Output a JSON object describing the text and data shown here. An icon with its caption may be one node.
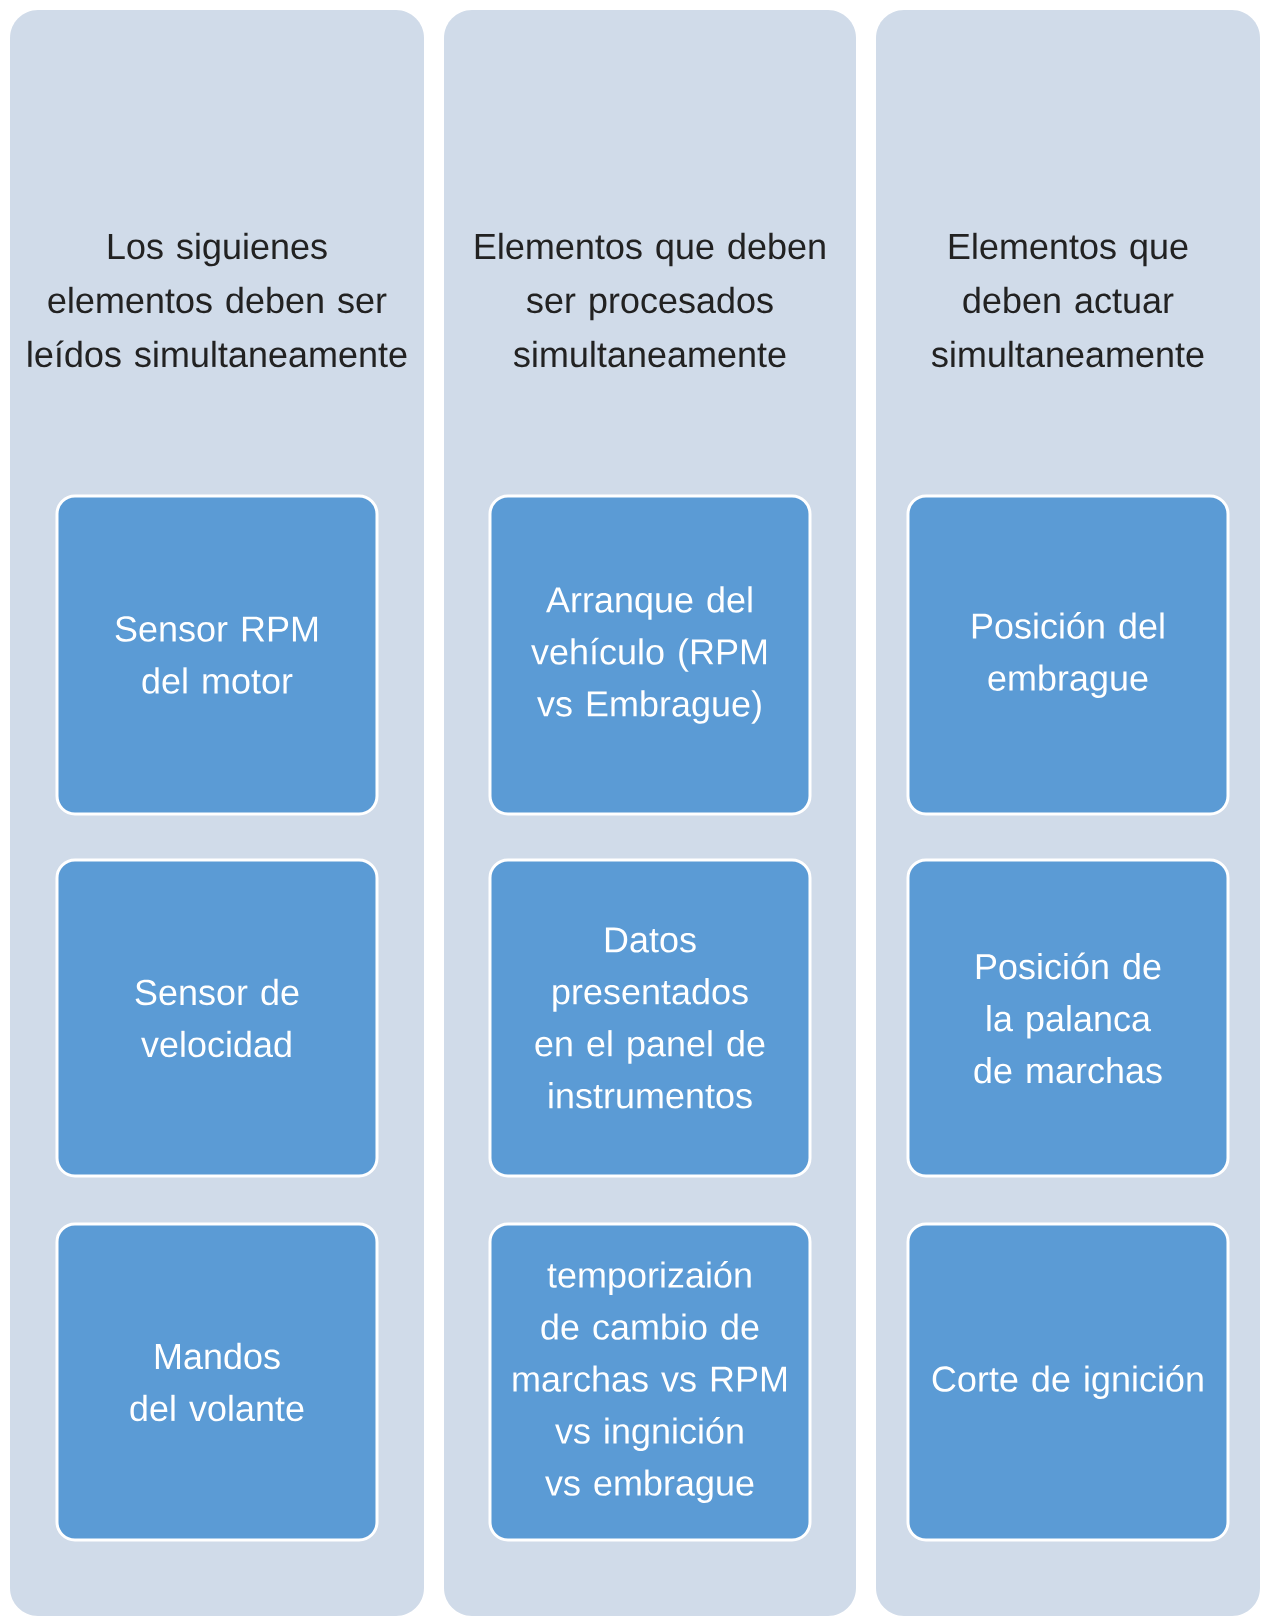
{
  "diagram": {
    "nodes": [
      {
        "text": [
          "Los siguienes elementos deben ser leídos simultaneamente"
        ]
      },
      {
        "text": [
          "Sensor RPM del motor"
        ],
        "in": 0
      },
      {
        "text": [
          "Sensor de velocidad"
        ],
        "in": 0
      },
      {
        "text": [
          "Mandos del volante"
        ],
        "in": 0
      },
      {
        "text": [
          "Elementos que deben ser procesados simultaneamente"
        ]
      },
      {
        "text": [
          "Arranque del vehículo (RPM vs Embrague)"
        ],
        "in": 4
      },
      {
        "text": [
          "Datos presentados en el panel de instrumentos"
        ],
        "in": 4
      },
      {
        "text": [
          "temporizaión de cambio de marchas vs RPM vs ingnición vs embrague"
        ],
        "in": 4
      },
      {
        "text": [
          "Elementos que deben actuar simultaneamente"
        ]
      },
      {
        "text": [
          "Posición del embrague"
        ],
        "in": 8
      },
      {
        "text": [
          "Posición de la palanca de marchas"
        ],
        "in": 8
      },
      {
        "text": [
          "Corte de ignición"
        ],
        "in": 8
      }
    ]
  }
}
